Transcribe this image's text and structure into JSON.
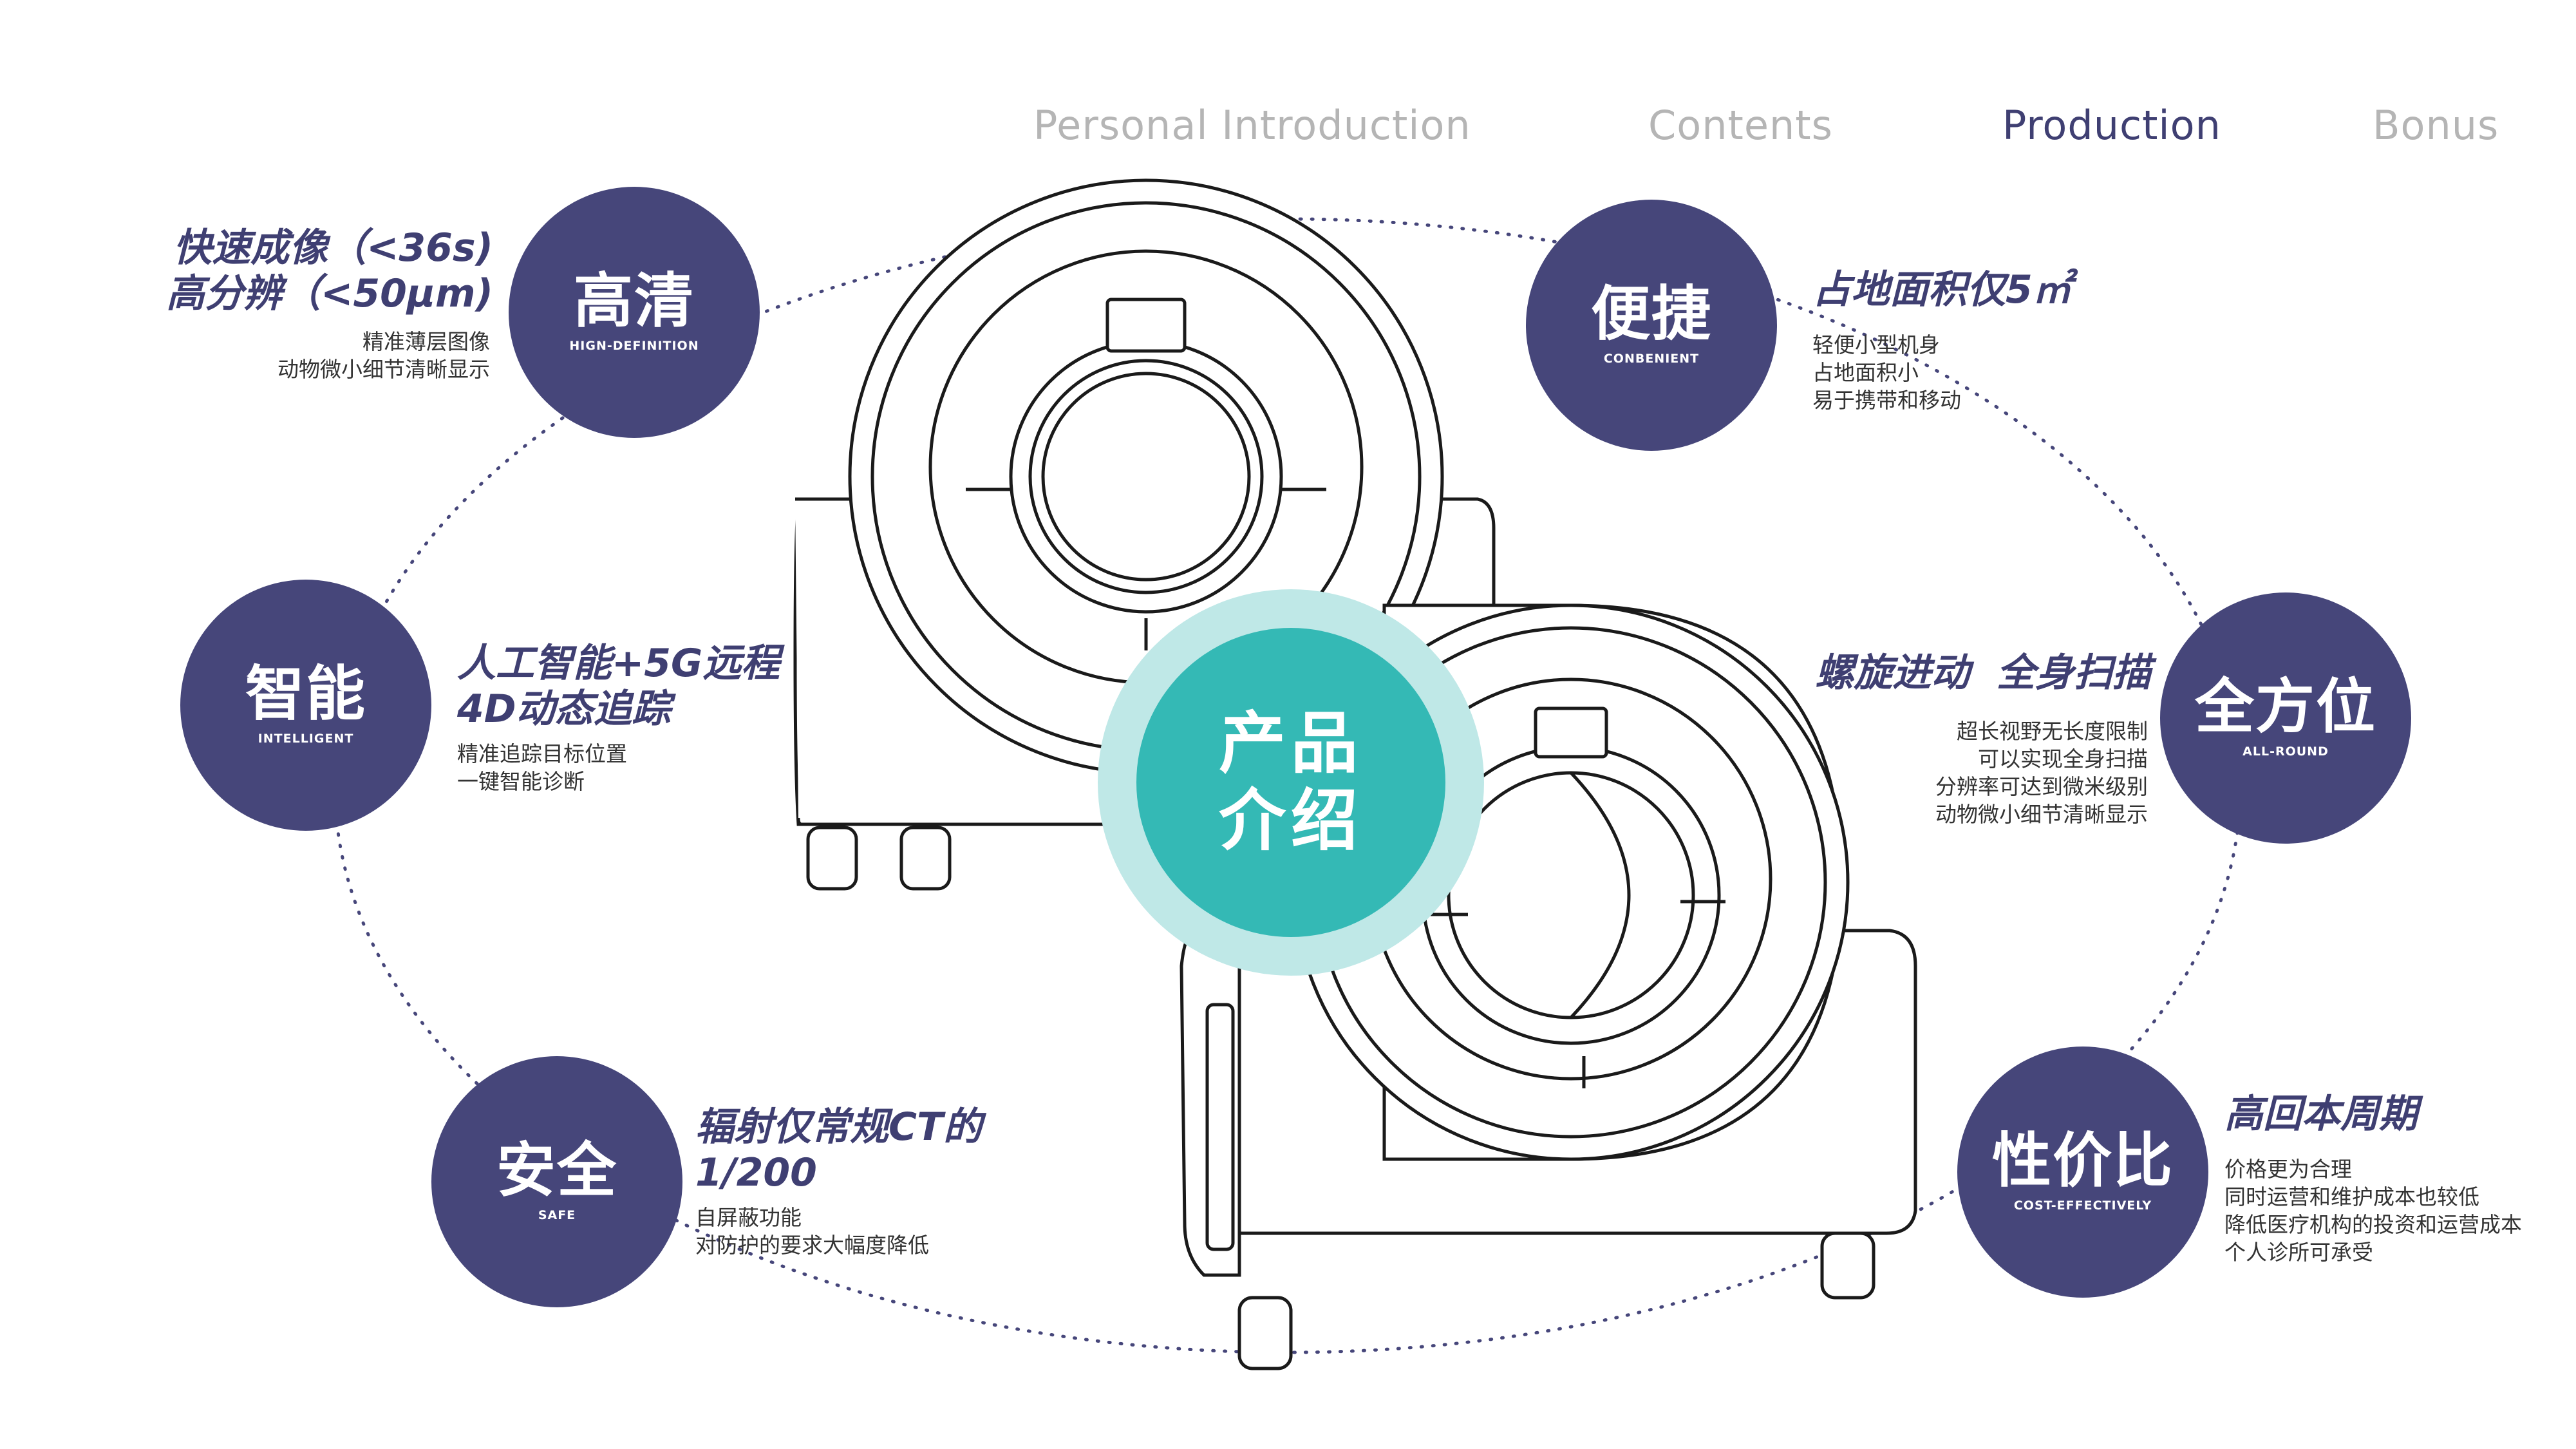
{
  "nav": {
    "items": [
      {
        "label": "Personal Introduction",
        "active": false
      },
      {
        "label": "Contents",
        "active": false
      },
      {
        "label": "Production",
        "active": true
      },
      {
        "label": "Bonus",
        "active": false
      }
    ]
  },
  "colors": {
    "badge": "#46467a",
    "hero": "#34b9b5",
    "hero_halo": "#bfe8e7",
    "title_text": "#3f3f72",
    "nav_inactive": "#b5b5b5"
  },
  "hero": {
    "line1": "产品",
    "line2": "介绍"
  },
  "features": {
    "hd": {
      "badge_zh": "高清",
      "badge_en": "HIGN-DEFINITION",
      "title1": "快速成像（<36s)",
      "title2": "高分辨（<50μm)",
      "desc1": "精准薄层图像",
      "desc2": "动物微小细节清晰显示"
    },
    "smart": {
      "badge_zh": "智能",
      "badge_en": "INTELLIGENT",
      "title1": "人工智能+5G远程",
      "title2": "4D动态追踪",
      "desc1": "精准追踪目标位置",
      "desc2": "一键智能诊断"
    },
    "safe": {
      "badge_zh": "安全",
      "badge_en": "SAFE",
      "title1": "辐射仅常规CT的",
      "title2": "1/200",
      "desc1": "自屏蔽功能",
      "desc2": "对防护的要求大幅度降低"
    },
    "convenient": {
      "badge_zh": "便捷",
      "badge_en": "CONBENIENT",
      "title1": "占地面积仅5㎡",
      "desc1": "轻便小型机身",
      "desc2": "占地面积小",
      "desc3": "易于携带和移动"
    },
    "allround": {
      "badge_zh": "全方位",
      "badge_en": "ALL-ROUND",
      "title1": "螺旋进动  全身扫描",
      "desc1": "超长视野无长度限制",
      "desc2": "可以实现全身扫描",
      "desc3": "分辨率可达到微米级别",
      "desc4": "动物微小细节清晰显示"
    },
    "cost": {
      "badge_zh": "性价比",
      "badge_en": "COST-EFFECTIVELY",
      "title1": "高回本周期",
      "desc1": "价格更为合理",
      "desc2": "同时运营和维护成本也较低",
      "desc3": "降低医疗机构的投资和运营成本",
      "desc4": "个人诊所可承受"
    }
  }
}
